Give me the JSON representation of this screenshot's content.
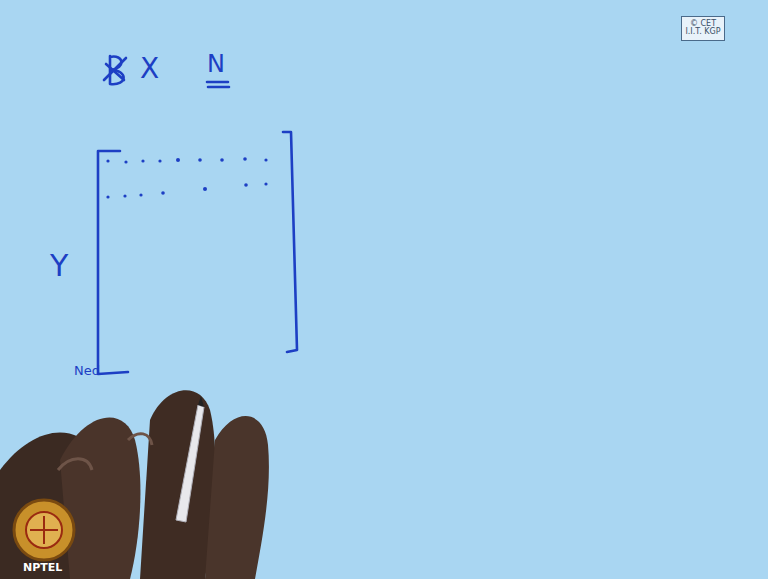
{
  "diagram": {
    "nodes": [
      {
        "text": [
          "© CET",
          "I.I.T. KGP"
        ]
      }
    ],
    "labels": [
      "X",
      "N",
      "Y",
      "Ned",
      "NPTEL"
    ]
  }
}
